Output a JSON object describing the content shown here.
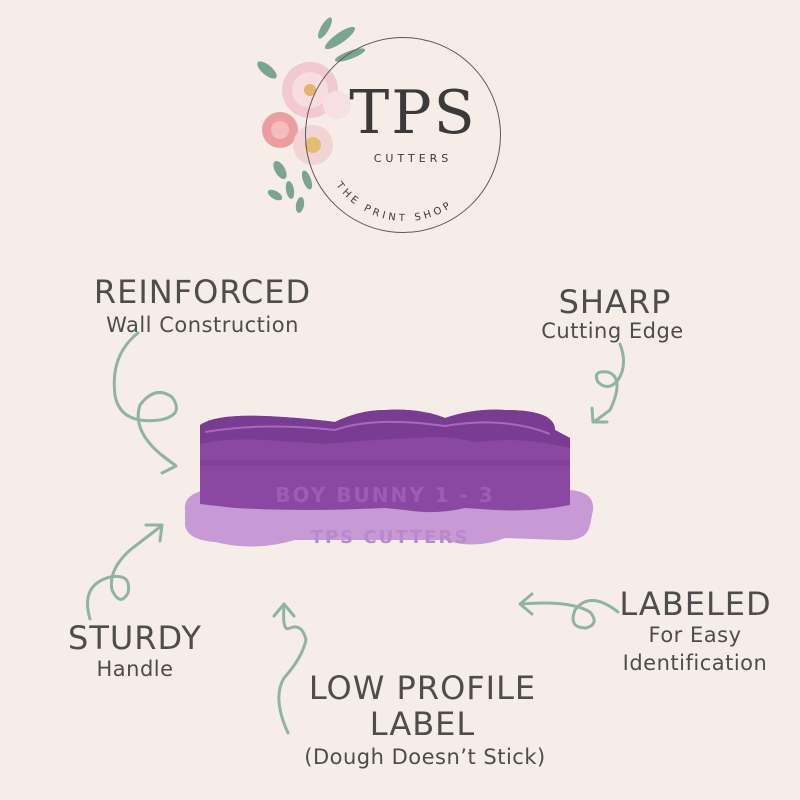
{
  "logo": {
    "main": "TPS",
    "sub": "CUTTERS",
    "tagline": "THE PRINT SHOP"
  },
  "product": {
    "embossed_name": "BOY BUNNY 1 - 3",
    "embossed_brand": "TPS CUTTERS",
    "color": "#8a4aa0"
  },
  "features": {
    "reinforced": {
      "title": "REINFORCED",
      "subtitle": "Wall Construction"
    },
    "sharp": {
      "title": "SHARP",
      "subtitle": "Cutting Edge"
    },
    "sturdy": {
      "title": "STURDY",
      "subtitle": "Handle"
    },
    "labeled": {
      "title": "LABELED",
      "subtitle_line1": "For Easy",
      "subtitle_line2": "Identification"
    },
    "low_profile": {
      "title_line1": "LOW PROFILE",
      "title_line2": "LABEL",
      "subtitle": "(Dough Doesn’t Stick)"
    }
  },
  "colors": {
    "background": "#f6ede8",
    "arrow": "#8fb4a0",
    "text": "#4d4d4d"
  }
}
